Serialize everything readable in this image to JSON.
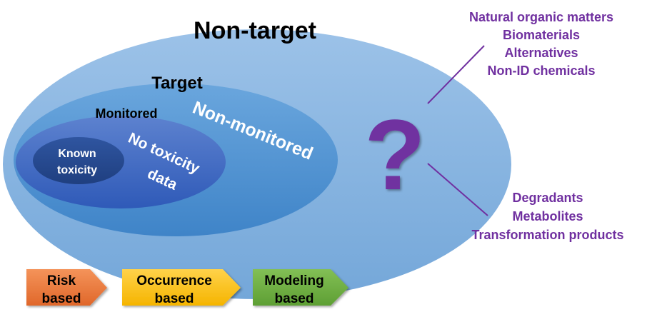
{
  "colors": {
    "outer": "#8db7e2",
    "outer_bottom": "#74a7d9",
    "target": "#5e9ed9",
    "target_bottom": "#3f84c8",
    "monitored": "#4f7ad0",
    "monitored_bottom": "#2f5ab8",
    "known": "#2b4f96",
    "known_bottom": "#1f3f80",
    "purple": "#7030a0",
    "black": "#000000",
    "white": "#ffffff",
    "risk": "#ee7a33",
    "occurrence": "#ffc000",
    "modeling": "#6fb03f"
  },
  "labels": {
    "non_target": "Non-target",
    "target": "Target",
    "monitored": "Monitored",
    "non_monitored": "Non-monitored",
    "no_toxicity_line1": "No toxicity",
    "no_toxicity_line2": "data",
    "known_line1": "Known",
    "known_line2": "toxicity",
    "question": "?"
  },
  "upper_list": [
    "Natural organic matters",
    "Biomaterials",
    "Alternatives",
    "Non-ID chemicals"
  ],
  "lower_list": [
    "Degradants",
    "Metabolites",
    "Transformation products"
  ],
  "arrows": [
    {
      "line1": "Risk",
      "line2": "based"
    },
    {
      "line1": "Occurrence",
      "line2": "based"
    },
    {
      "line1": "Modeling",
      "line2": "based"
    }
  ]
}
